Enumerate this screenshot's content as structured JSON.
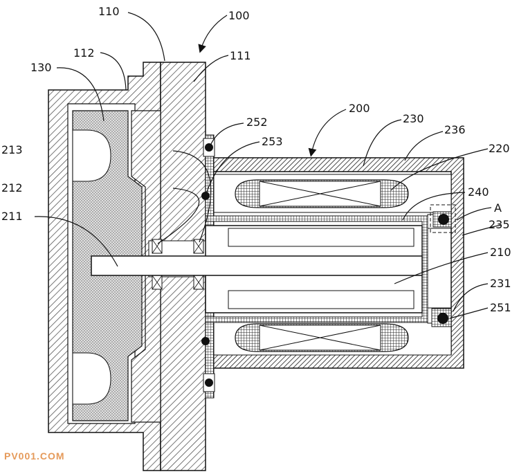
{
  "labels": {
    "l100": "100",
    "l110": "110",
    "l111": "111",
    "l112": "112",
    "l130": "130",
    "l200": "200",
    "l210": "210",
    "l211": "211",
    "l212": "212",
    "l213": "213",
    "l220": "220",
    "l230": "230",
    "l231": "231",
    "l235": "235",
    "l236": "236",
    "l240": "240",
    "l251": "251",
    "l252": "252",
    "l253": "253",
    "lA": "A"
  },
  "watermark": "PV001.COM",
  "colors": {
    "line": "#111111",
    "hatch": "#666666",
    "crosshatch": "#8a8a8a",
    "watermark": "#e59a5a"
  }
}
